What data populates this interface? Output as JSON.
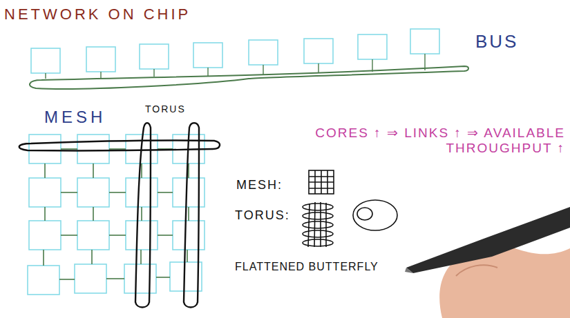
{
  "diagram": {
    "title": "NETWORK ON CHIP",
    "labels": [
      "BUS",
      "MESH",
      "TORUS",
      "CORES ↑ ⇒ LINKS ↑ ⇒ AVAILABLE THROUGHPUT ↑",
      "MESH:",
      "TORUS:",
      "FLATTENED BUTTERFLY"
    ]
  }
}
